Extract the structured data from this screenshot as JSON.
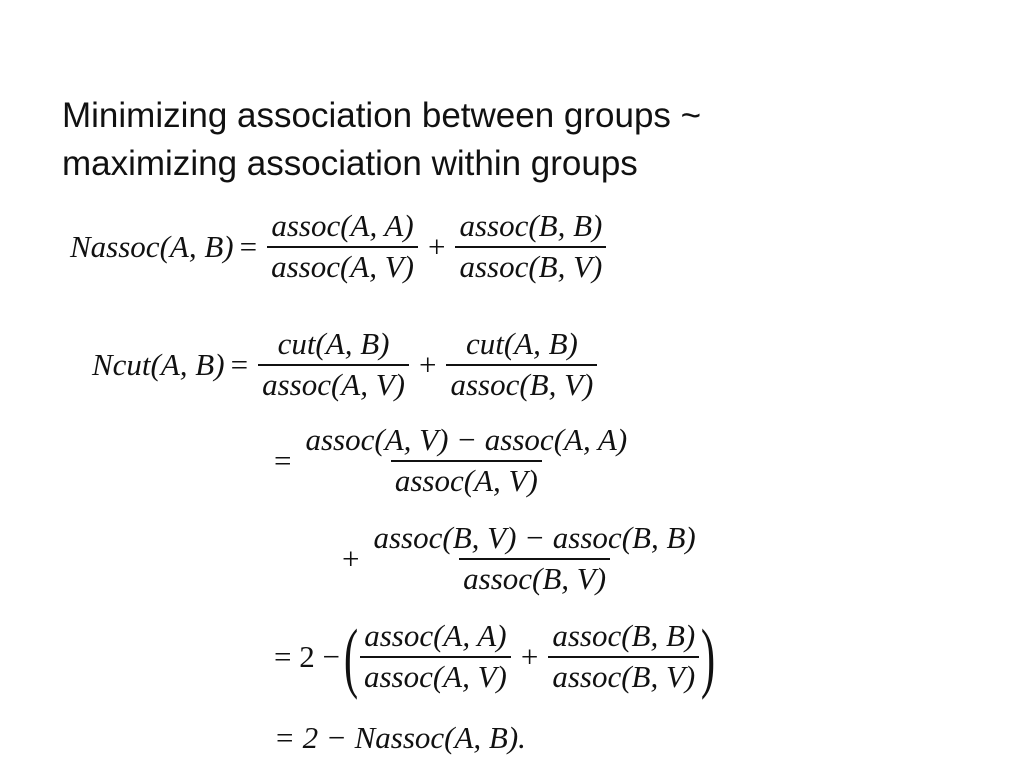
{
  "title": {
    "line1": "Minimizing association between groups ~",
    "line2": "maximizing association within groups"
  },
  "equations": {
    "nassoc": {
      "lhs": "Nassoc(A, B)",
      "eq": "=",
      "f1_num": "assoc(A, A)",
      "f1_den": "assoc(A, V)",
      "plus": "+",
      "f2_num": "assoc(B, B)",
      "f2_den": "assoc(B, V)"
    },
    "ncut_line1": {
      "lhs": "Ncut(A, B)",
      "eq": "=",
      "f1_num": "cut(A, B)",
      "f1_den": "assoc(A, V)",
      "plus": "+",
      "f2_num": "cut(A, B)",
      "f2_den": "assoc(B, V)"
    },
    "ncut_line2": {
      "eq": "=",
      "num": "assoc(A, V) − assoc(A, A)",
      "den": "assoc(A, V)"
    },
    "ncut_line3": {
      "plus": "+",
      "num": "assoc(B, V) − assoc(B, B)",
      "den": "assoc(B, V)"
    },
    "ncut_line4": {
      "eq": "= 2 −",
      "lparen": "(",
      "f1_num": "assoc(A, A)",
      "f1_den": "assoc(A, V)",
      "plus": "+",
      "f2_num": "assoc(B, B)",
      "f2_den": "assoc(B, V)",
      "rparen": ")"
    },
    "ncut_line5": {
      "text": "= 2 − Nassoc(A, B)."
    }
  }
}
